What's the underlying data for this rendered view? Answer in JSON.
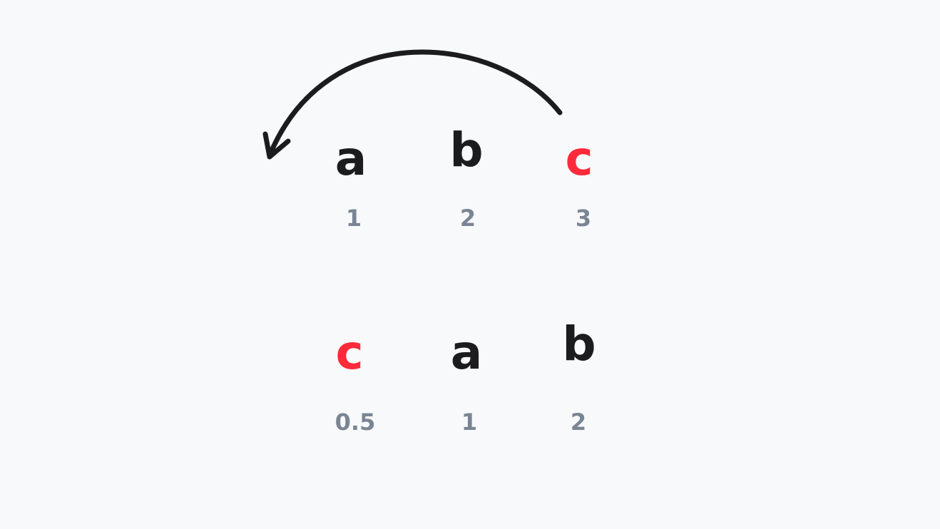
{
  "colors": {
    "background": "#f8f9fb",
    "letter": "#1c1c1e",
    "highlight": "#ff2a3a",
    "index": "#7a8594",
    "arrow": "#1c1c1e"
  },
  "rows": [
    {
      "items": [
        {
          "letter": "a",
          "index": "1",
          "highlight": false
        },
        {
          "letter": "b",
          "index": "2",
          "highlight": false
        },
        {
          "letter": "c",
          "index": "3",
          "highlight": true
        }
      ]
    },
    {
      "items": [
        {
          "letter": "c",
          "index": "0.5",
          "highlight": true
        },
        {
          "letter": "a",
          "index": "1",
          "highlight": false
        },
        {
          "letter": "b",
          "index": "2",
          "highlight": false
        }
      ]
    }
  ]
}
